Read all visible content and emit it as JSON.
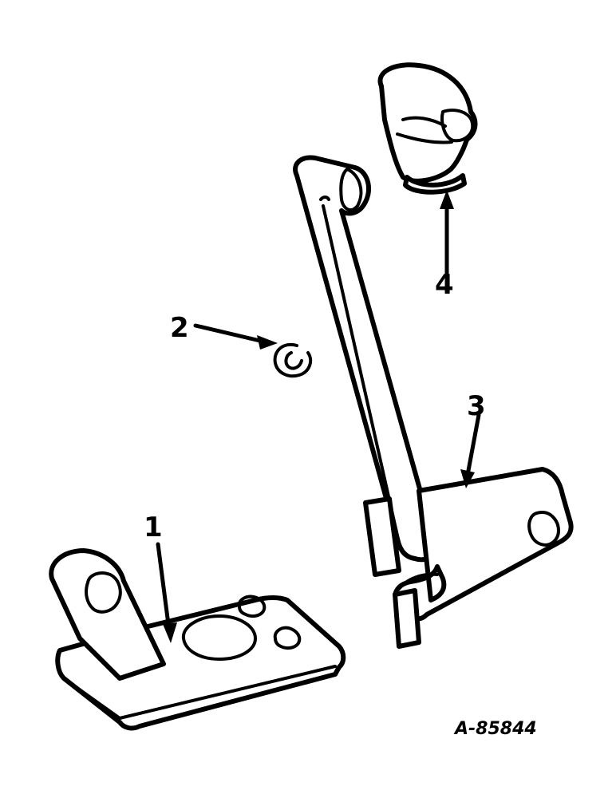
{
  "diagram": {
    "figure_id": "A-85844",
    "callouts": [
      {
        "id": "1",
        "label": "1"
      },
      {
        "id": "2",
        "label": "2"
      },
      {
        "id": "3",
        "label": "3"
      },
      {
        "id": "4",
        "label": "4"
      }
    ]
  },
  "colors": {
    "ink": "#000000",
    "paper": "#ffffff"
  }
}
